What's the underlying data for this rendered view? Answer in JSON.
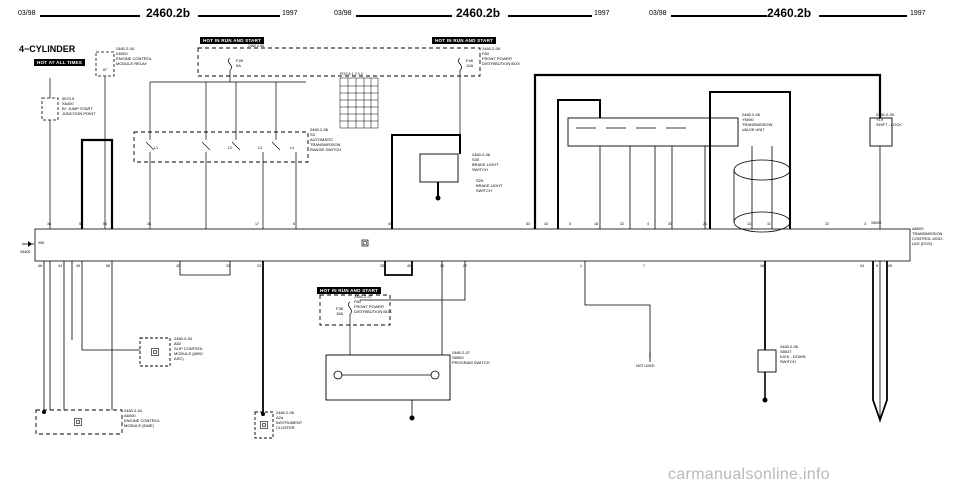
{
  "headers": [
    {
      "date": "03/98",
      "code": "2460.2b",
      "year": "1997"
    },
    {
      "date": "03/98",
      "code": "2460.2b",
      "year": "1997"
    },
    {
      "date": "03/98",
      "code": "2460.2b",
      "year": "1997"
    }
  ],
  "section_title": "4−CYLINDER",
  "tags": {
    "hot_at_all_times": "HOT AT ALL TIMES",
    "hot_run_start_1": "HOT IN RUN AND START",
    "hot_run_start_2": "HOT IN RUN AND START",
    "hot_run_start_3": "HOT IN RUN AND START"
  },
  "components": {
    "ecm_relay": "2460.2-04\nK6000\nENGINE CONTROL\nMODULE RELAY",
    "ecm_relay_pin": "87",
    "jump_start": "0670.0\nX6400\nB+ JUMP START\nJUNCTION POINT",
    "fuse_a_ref": "2460.2-06",
    "fuse_a": "F28\n5A",
    "fuse_box_top": "2460.2-06\nF60\nFRONT POWER\nDISTRIBUTION BOX",
    "fuse_b": "F48\n10A",
    "table_header": "POS    A   1   2   3   4",
    "range_switch": "2460.2-06\nS3\nAUTOMATIC\nTRANSMISSION\nRANGE SWITCH",
    "range_pins": [
      "L1",
      "L2",
      "L3",
      "L4"
    ],
    "brake_switch": "2460.2-06\nS30\nBRAKE LIGHT\nSWITCH",
    "brake_switch2": "S29\nBRAKE LIGHT\nSWITCH",
    "valve_unit": "2460.2-06\nY6000\nTRANSMISSION\nVALVE UNIT",
    "shift_lock": "2460.2-05\nY19\nSHIFT - LOCK",
    "tcm": "A8000\nTRANSMISSION\nCONTROL MOD-\nULE (EGS)",
    "tcm_tag": "X8000",
    "x_left": "X80",
    "x_left_bottom": "X6400",
    "asc": "2460.2-04\nA52\nSLIP CONTROL\nMODULE (ABS/\nASC)",
    "dme": "2460.2-04\nA6000\nENGINE CONTROL\nMODULE (DME)",
    "cluster": "2460.2-06\nA2a\nINSTRUMENT\nCLUSTER",
    "fuse_box_bottom": "2460.2-07\nF60\nFRONT POWER\nDISTRIBUTION BOX",
    "fuse_c": "F38\n15A",
    "program_switch": "2460.2-07\nS8500\nPROGRAM SWITCH",
    "kickdown": "2460.2-06\nS8537\nKICK - DOWN\nSWITCH",
    "not_used": "NOT USED"
  },
  "top_pins": [
    "38",
    "52",
    "54",
    "38",
    "17",
    "8",
    "45",
    "53",
    "43",
    "5",
    "18",
    "32",
    "4",
    "30",
    "21",
    "13",
    "11",
    "22",
    "3"
  ],
  "bottom_pins": [
    "46",
    "44",
    "45",
    "56",
    "42",
    "33",
    "23",
    "25",
    "40",
    "15",
    "27",
    "1",
    "7",
    "16",
    "34",
    "9",
    "26"
  ],
  "watermark": "carmanualsonline.info"
}
